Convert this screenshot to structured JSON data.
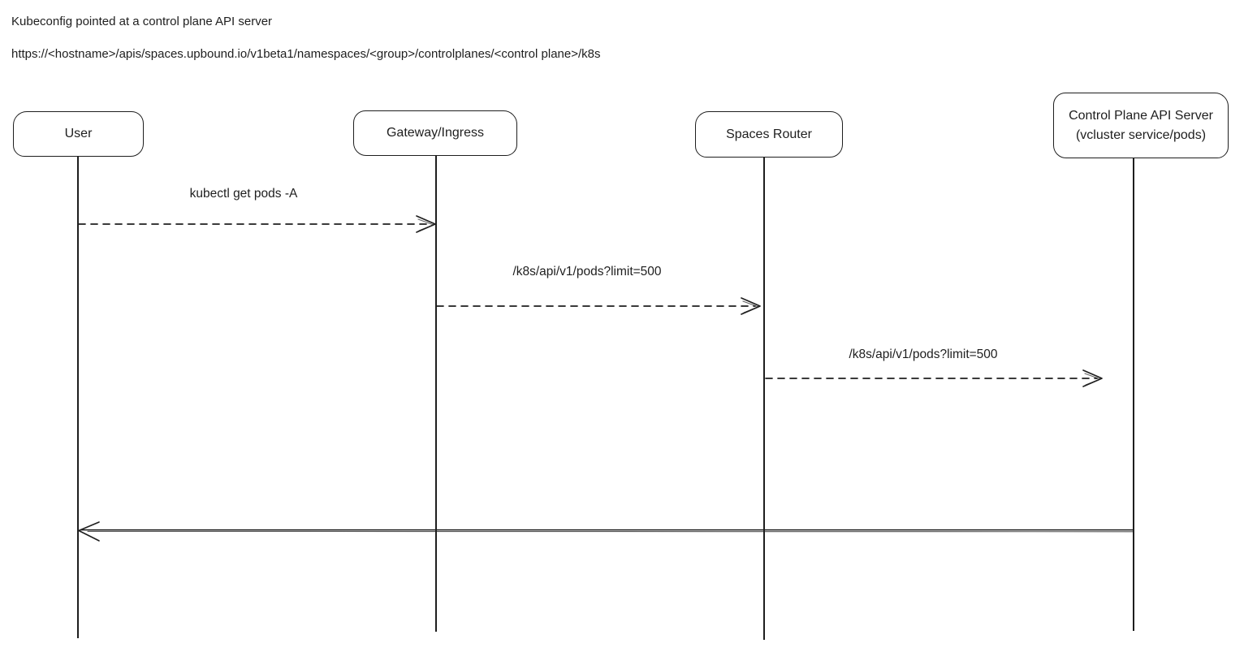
{
  "header": {
    "line1": "Kubeconfig pointed at a control plane API server",
    "line2": "https://<hostname>/apis/spaces.upbound.io/v1beta1/namespaces/<group>/controlplanes/<control plane>/k8s"
  },
  "actors": [
    {
      "id": "user",
      "label": "User"
    },
    {
      "id": "gateway",
      "label": "Gateway/Ingress"
    },
    {
      "id": "spaces-router",
      "label": "Spaces Router"
    },
    {
      "id": "control-plane",
      "label": "Control Plane API Server",
      "sublabel": "(vcluster service/pods)"
    }
  ],
  "messages": [
    {
      "from": "user",
      "to": "gateway",
      "label": "kubectl get pods -A",
      "line": "dashed"
    },
    {
      "from": "gateway",
      "to": "spaces-router",
      "label": "/k8s/api/v1/pods?limit=500",
      "line": "dashed"
    },
    {
      "from": "spaces-router",
      "to": "control-plane",
      "label": "/k8s/api/v1/pods?limit=500",
      "line": "dashed"
    },
    {
      "from": "control-plane",
      "to": "user",
      "label": "",
      "line": "solid"
    }
  ],
  "colors": {
    "stroke": "#1e1e1e",
    "background": "#ffffff"
  }
}
